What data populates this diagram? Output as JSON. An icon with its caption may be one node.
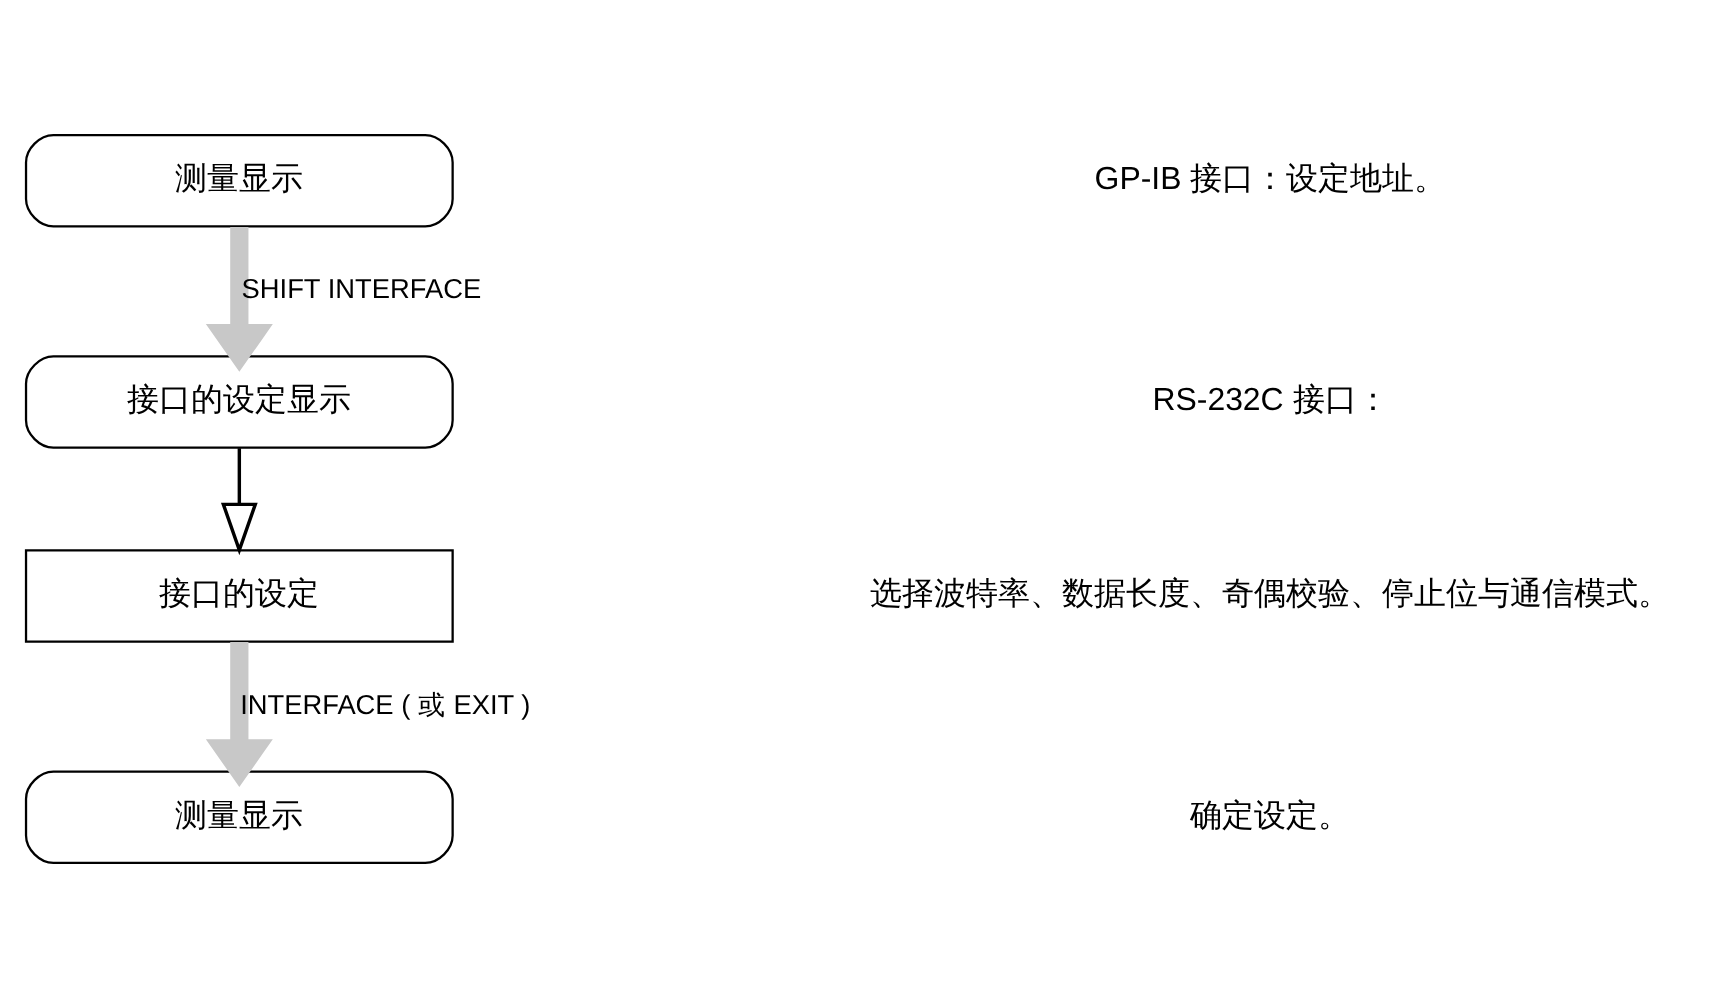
{
  "diagram": {
    "nodes": [
      {
        "text": [
          "测量显示"
        ]
      },
      {
        "text": [
          "接口的设定显示"
        ]
      },
      {
        "text": [
          "接口的设定"
        ]
      },
      {
        "text": [
          "测量显示"
        ]
      }
    ],
    "edges": [
      {
        "from": 0,
        "to": 1,
        "arrow": "to",
        "label": "SHIFT INTERFACE"
      },
      {
        "from": 1,
        "to": 2,
        "arrow": "to",
        "color": "#000000"
      },
      {
        "from": 2,
        "to": 3,
        "arrow": "to",
        "label": "INTERFACE ( 或 EXIT )"
      }
    ],
    "labels": [
      "GP-IB 接口：设定地址。",
      "RS-232C 接口：",
      "选择波特率、数据长度、奇偶校验、停止位与通信模式。",
      "确定设定。"
    ]
  }
}
